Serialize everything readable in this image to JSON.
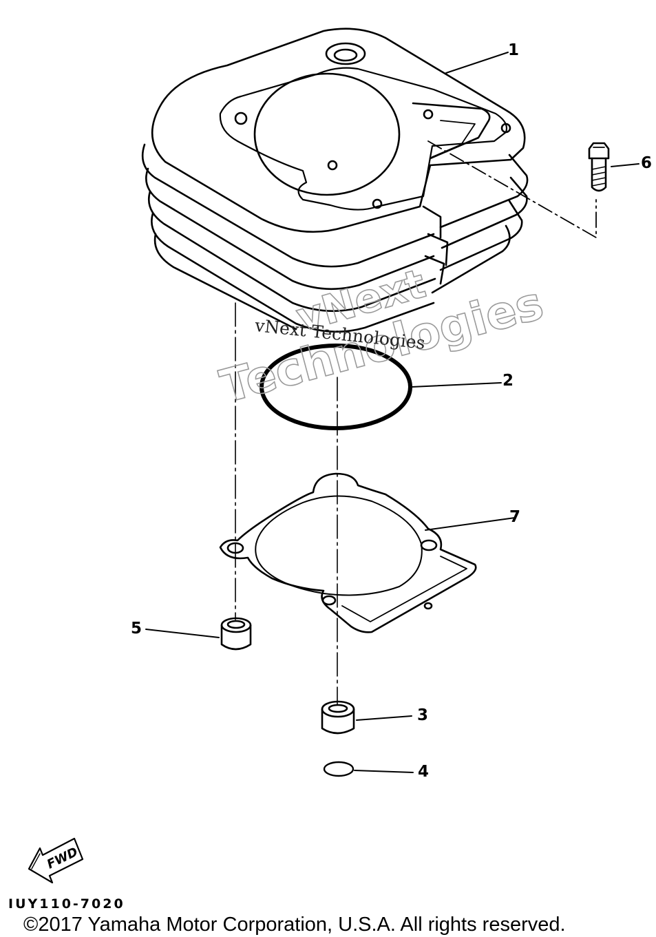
{
  "callouts": {
    "c1": "1",
    "c2": "2",
    "c3": "3",
    "c4": "4",
    "c5": "5",
    "c6": "6",
    "c7": "7"
  },
  "watermark": {
    "outline_text_1": "vNext",
    "outline_text_2": "Technologies",
    "serif_text": "vNext Technologies"
  },
  "fwd_label": "FWD",
  "diagram_code": "IUY110-7020",
  "copyright": "©2017 Yamaha Motor Corporation, U.S.A. All rights reserved.",
  "colors": {
    "line": "#000000",
    "background": "#ffffff",
    "watermark": "#9a9a9a"
  }
}
